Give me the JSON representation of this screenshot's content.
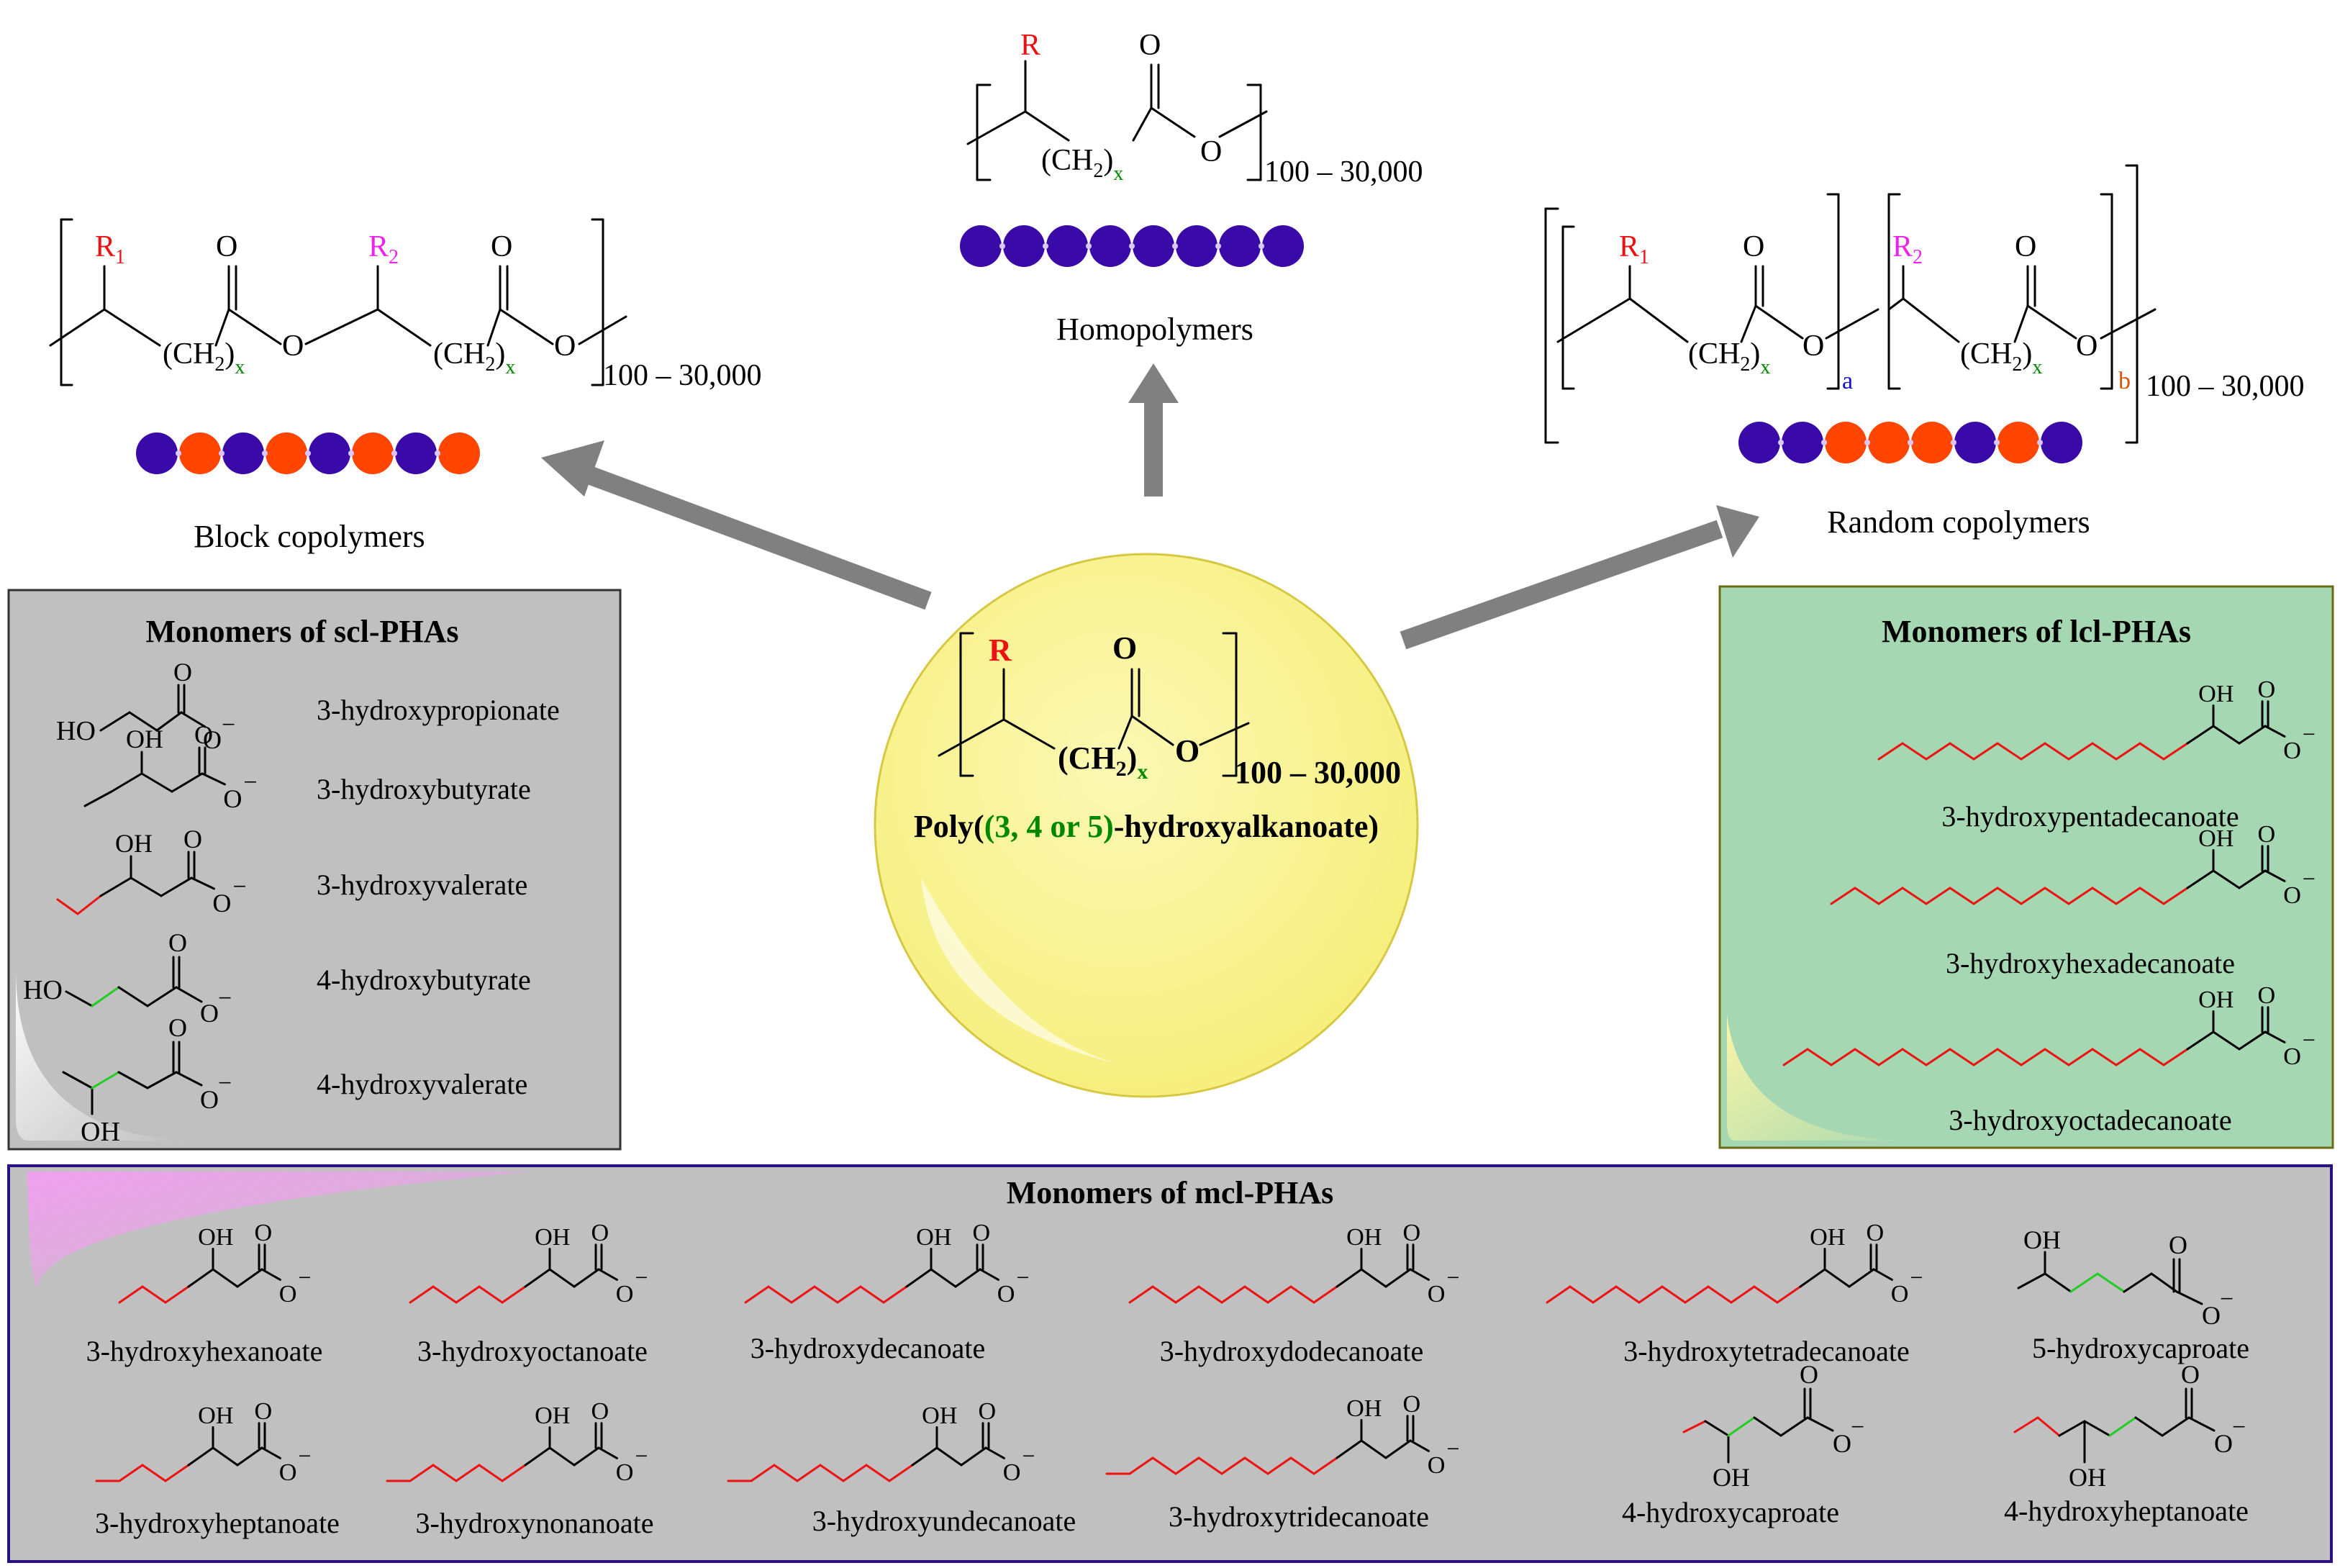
{
  "colors": {
    "bond": "#000000",
    "chain_red": "#ee1111",
    "chain_green": "#22cc22",
    "r_label": "#ee1111",
    "r2_label": "#ee22ee",
    "x_label": "#008800",
    "a_label": "#1111cc",
    "b_label": "#dd5500",
    "bead_purple": "#3a0aa8",
    "bead_orange": "#ff4500",
    "arrow": "#808080",
    "panel_grey": "#c0c0c0",
    "panel_green": "#a4d7b2",
    "panel_green_border": "#6b6a12",
    "panel_mcl_border": "#2a1080",
    "center_circle": "#f9f59c"
  },
  "homopolymer": {
    "r_label": "R",
    "carbonyl_o": "O",
    "ester_o": "O",
    "ch2": "(CH",
    "ch2_sub": "2",
    "ch2_close": ")",
    "x": "x",
    "dp": "100 – 30,000",
    "caption": "Homopolymers",
    "beads": [
      "purple",
      "purple",
      "purple",
      "purple",
      "purple",
      "purple",
      "purple",
      "purple"
    ]
  },
  "block": {
    "r1": "R",
    "r1_sub": "1",
    "r2": "R",
    "r2_sub": "2",
    "o": "O",
    "ch2": "(CH",
    "ch2_sub": "2",
    "ch2_close": ")",
    "x": "x",
    "dp": "100 – 30,000",
    "caption": "Block copolymers",
    "beads": [
      "purple",
      "orange",
      "purple",
      "orange",
      "purple",
      "orange",
      "purple",
      "orange"
    ]
  },
  "random": {
    "r1": "R",
    "r1_sub": "1",
    "r2": "R",
    "r2_sub": "2",
    "o": "O",
    "ch2": "(CH",
    "ch2_sub": "2",
    "ch2_close": ")",
    "x": "x",
    "a": "a",
    "b": "b",
    "dp": "100 – 30,000",
    "caption": "Random copolymers",
    "beads": [
      "purple",
      "purple",
      "orange",
      "orange",
      "orange",
      "purple",
      "orange",
      "purple"
    ]
  },
  "center": {
    "r_label": "R",
    "o": "O",
    "ch2": "(CH",
    "ch2_sub": "2",
    "ch2_close": ")",
    "x": "x",
    "dp": "100 – 30,000",
    "name_prefix": "Poly(",
    "name_positions": "(3, 4 or 5)",
    "name_suffix": "-hydroxyalkanoate)"
  },
  "scl": {
    "title": "Monomers of scl-PHAs",
    "common": {
      "o": "O",
      "ominus": "O",
      "minus": "−",
      "oh": "OH",
      "ho": "HO"
    },
    "items": [
      {
        "name": "3-hydroxypropionate"
      },
      {
        "name": "3-hydroxybutyrate"
      },
      {
        "name": "3-hydroxyvalerate"
      },
      {
        "name": "4-hydroxybutyrate"
      },
      {
        "name": "4-hydroxyvalerate"
      }
    ]
  },
  "lcl": {
    "title": "Monomers of lcl-PHAs",
    "items": [
      {
        "name": "3-hydroxypentadecanoate"
      },
      {
        "name": "3-hydroxyhexadecanoate"
      },
      {
        "name": "3-hydroxyoctadecanoate"
      }
    ]
  },
  "mcl": {
    "title": "Monomers of mcl-PHAs",
    "row1": [
      {
        "name": "3-hydroxyhexanoate"
      },
      {
        "name": "3-hydroxyoctanoate"
      },
      {
        "name": "3-hydroxydecanoate"
      },
      {
        "name": "3-hydroxydodecanoate"
      },
      {
        "name": "3-hydroxytetradecanoate"
      },
      {
        "name": "5-hydroxycaproate"
      }
    ],
    "row2": [
      {
        "name": "3-hydroxyheptanoate"
      },
      {
        "name": "3-hydroxynonanoate"
      },
      {
        "name": "3-hydroxyundecanoate"
      },
      {
        "name": "3-hydroxytridecanoate"
      },
      {
        "name": "4-hydroxycaproate"
      },
      {
        "name": "4-hydroxyheptanoate"
      }
    ]
  }
}
